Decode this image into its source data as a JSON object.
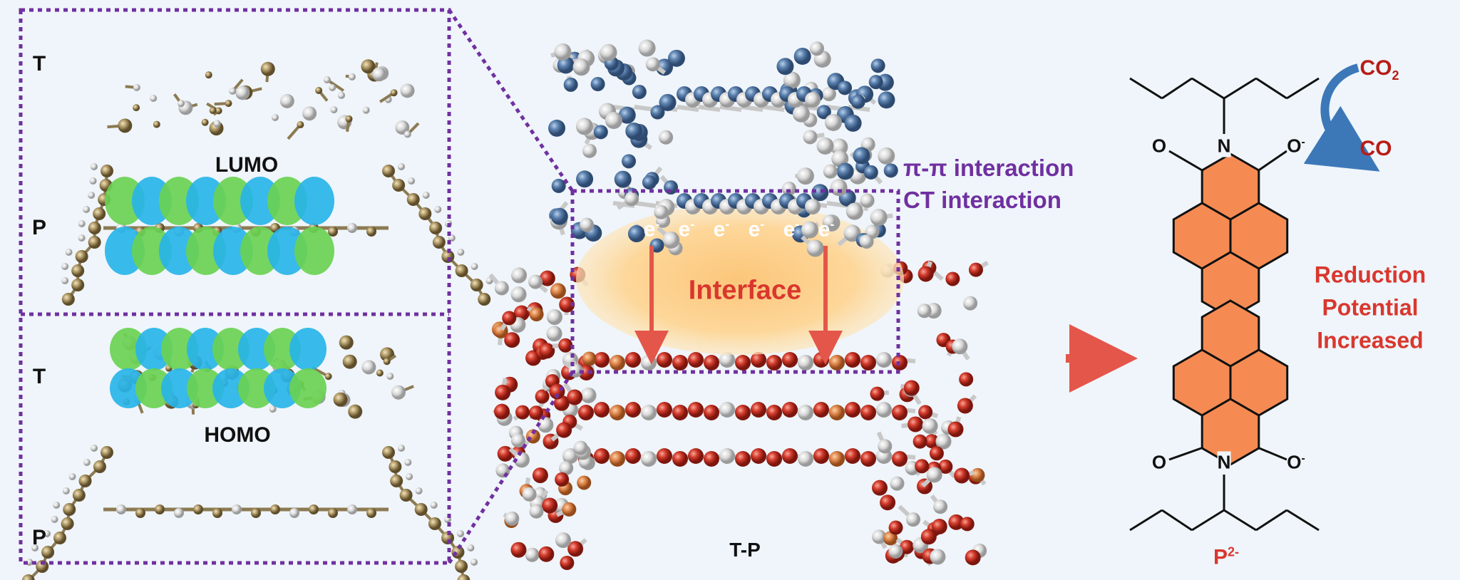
{
  "left_panel": {
    "lumo": {
      "top_label": "T",
      "orbital_label": "LUMO",
      "bottom_label": "P"
    },
    "homo": {
      "top_label": "T",
      "orbital_label": "HOMO",
      "bottom_label": "P"
    }
  },
  "center": {
    "interactions": [
      "π-π interaction",
      "CT interaction"
    ],
    "electron_label": "e",
    "electron_charge": "-",
    "electrons_count": 6,
    "interface_label": "Interface",
    "complex_label": "T-P"
  },
  "right": {
    "co2_main": "CO",
    "co2_sub": "2",
    "co_label": "CO",
    "atoms": {
      "oxygen": "O",
      "nitrogen": "N",
      "oxide": "O",
      "oxide_charge": "-"
    },
    "effect_lines": [
      "Reduction",
      "Potential",
      "Increased"
    ],
    "product_main": "P",
    "product_charge": "2-"
  },
  "colors": {
    "purple": "#7030a0",
    "red": "#d9372e",
    "perylene": "#f58b53",
    "interface": "#fdd590",
    "arrow": "#e4564a"
  }
}
